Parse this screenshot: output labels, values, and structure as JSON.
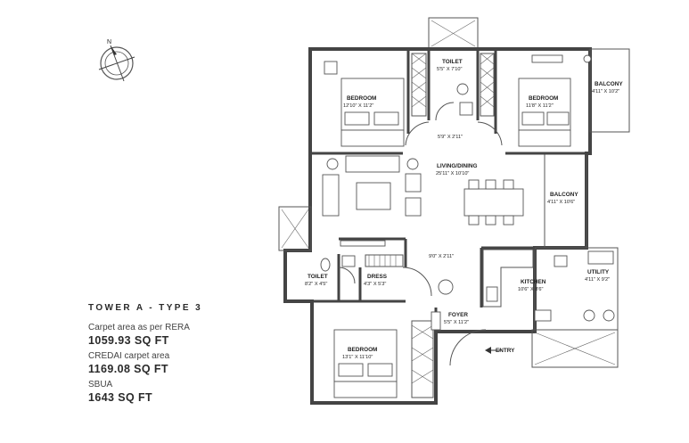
{
  "info": {
    "tower": "TOWER A - TYPE 3",
    "carpet_rera_label": "Carpet area as per RERA",
    "carpet_rera_value": "1059.93 SQ FT",
    "credai_label": "CREDAI carpet area",
    "credai_value": "1169.08 SQ FT",
    "sbua_label": "SBUA",
    "sbua_value": "1643 SQ FT"
  },
  "compass": {
    "label": "N"
  },
  "rooms": {
    "toilet_top": {
      "name": "TOILET",
      "size": "5'5\" X 7'10\""
    },
    "bedroom_left": {
      "name": "BEDROOM",
      "size": "12'10\" X 11'2\""
    },
    "bedroom_right": {
      "name": "BEDROOM",
      "size": "11'8\" X 11'2\""
    },
    "balcony_right": {
      "name": "BALCONY",
      "size": "4'11\" X 10'2\""
    },
    "passage": {
      "size": "5'9\" X 2'11\""
    },
    "living": {
      "name": "LIVING/DINING",
      "size": "25'11\" X 10'10\""
    },
    "balcony_mid": {
      "name": "BALCONY",
      "size": "4'11\" X 10'6\""
    },
    "corridor": {
      "size": "9'0\" X 2'11\""
    },
    "toilet_left": {
      "name": "TOILET",
      "size": "8'2\" X 4'5\""
    },
    "dress": {
      "name": "DRESS",
      "size": "4'3\" X 5'3\""
    },
    "kitchen": {
      "name": "KITCHEN",
      "size": "10'6\" X 8'6\""
    },
    "utility": {
      "name": "UTILITY",
      "size": "4'11\" X 9'2\""
    },
    "foyer": {
      "name": "FOYER",
      "size": "5'5\" X 11'2\""
    },
    "bedroom_bottom": {
      "name": "BEDROOM",
      "size": "13'1\" X 11'10\""
    },
    "entry": {
      "name": "ENTRY"
    }
  }
}
